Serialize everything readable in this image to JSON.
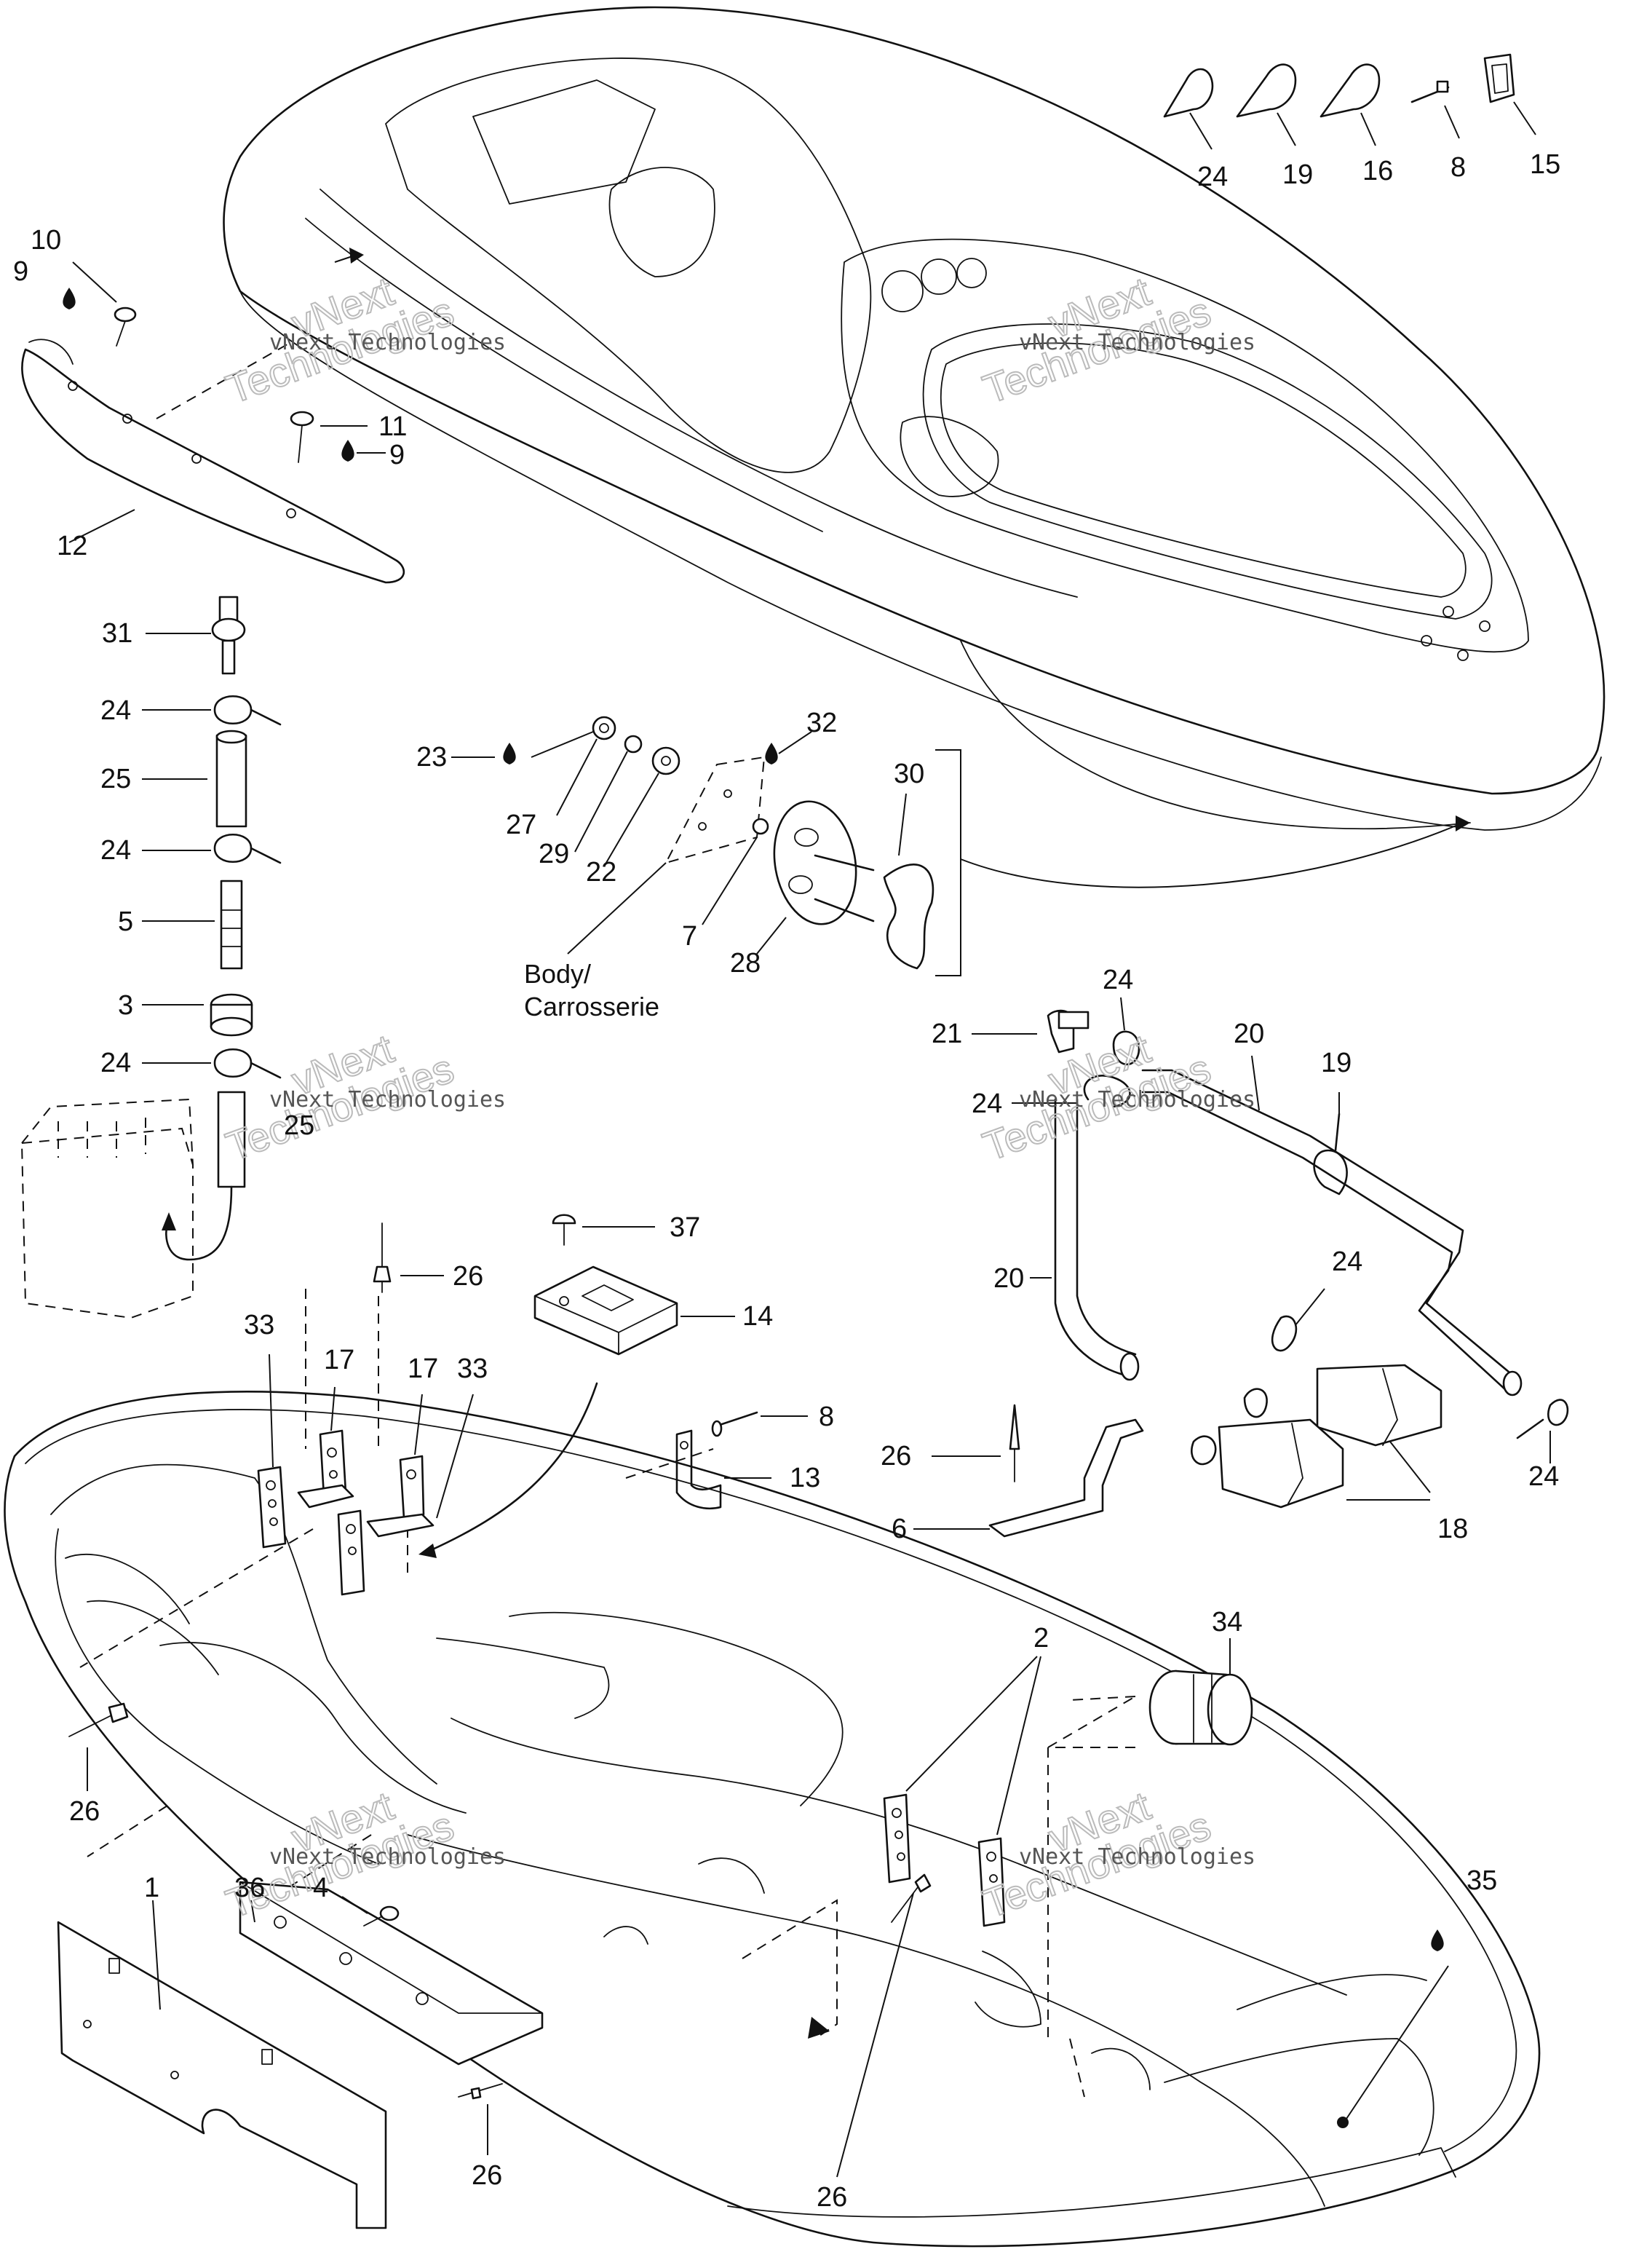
{
  "watermark": {
    "small": "vNext Technologies",
    "big_line1": "vNext",
    "big_line2": "Technologies"
  },
  "notes": {
    "body_line1": "Body/",
    "body_line2": "Carrosserie"
  },
  "callouts": {
    "c1": "1",
    "c2": "2",
    "c3": "3",
    "c4": "4",
    "c5": "5",
    "c6": "6",
    "c7": "7",
    "c8a": "8",
    "c8b": "8",
    "c9a": "9",
    "c9b": "9",
    "c10": "10",
    "c11": "11",
    "c12": "12",
    "c13": "13",
    "c14": "14",
    "c15": "15",
    "c16": "16",
    "c17a": "17",
    "c17b": "17",
    "c18": "18",
    "c19a": "19",
    "c19b": "19",
    "c20a": "20",
    "c20b": "20",
    "c21": "21",
    "c22": "22",
    "c23": "23",
    "c24a": "24",
    "c24b": "24",
    "c24c": "24",
    "c24d": "24",
    "c24e": "24",
    "c24f": "24",
    "c24g": "24",
    "c24h": "24",
    "c25a": "25",
    "c25b": "25",
    "c26a": "26",
    "c26b": "26",
    "c26c": "26",
    "c26d": "26",
    "c26e": "26",
    "c27": "27",
    "c28": "28",
    "c29": "29",
    "c30": "30",
    "c31": "31",
    "c32": "32",
    "c33a": "33",
    "c33b": "33",
    "c34": "34",
    "c35": "35",
    "c36": "36",
    "c37": "37"
  },
  "icons": {
    "sealant": "sealant-drop-icon",
    "fastener_ties": "cable-tie-icon",
    "rivet": "rivet-icon"
  }
}
